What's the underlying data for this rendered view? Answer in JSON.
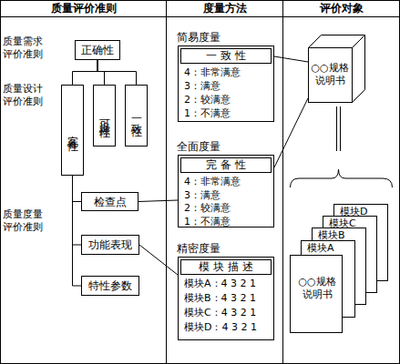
{
  "diagram": {
    "nodes": [
      {
        "text": [
          "正确性"
        ]
      },
      {
        "text": [
          "完备性"
        ]
      },
      {
        "text": [
          "可追踪性"
        ]
      },
      {
        "text": [
          "一致性"
        ]
      },
      {
        "text": [
          "检查点"
        ]
      },
      {
        "text": [
          "功能表现"
        ]
      },
      {
        "text": [
          "特性参数"
        ]
      },
      {
        "text": [
          "简易度量",
          "一 致 性",
          "4：非常满意",
          "3：满意",
          "2：较满意",
          "1：不满意"
        ]
      },
      {
        "text": [
          "全面度量",
          "完 备 性",
          "4：非常满意",
          "3：满意",
          "2：较满意",
          "1：不满意"
        ]
      },
      {
        "text": [
          "精密度量",
          "模 块 描 述",
          "模块A：4 3 2 1",
          "模块B：4 3 2 1",
          "模块C：4 3 2 1",
          "模块D：4 3 2 1"
        ]
      },
      {
        "text": [
          "○○规格 说明书"
        ]
      },
      {
        "text": [
          "模块D"
        ]
      },
      {
        "text": [
          "模块C"
        ]
      },
      {
        "text": [
          "模块B"
        ]
      },
      {
        "text": [
          "模块A"
        ]
      },
      {
        "text": [
          "○○规格 说明书"
        ]
      }
    ],
    "edges": [
      {
        "from": 0,
        "to": 1,
        "arrow": "none"
      },
      {
        "from": 0,
        "to": 2,
        "arrow": "none"
      },
      {
        "from": 0,
        "to": 3,
        "arrow": "none"
      },
      {
        "from": 1,
        "to": 4,
        "arrow": "none"
      },
      {
        "from": 1,
        "to": 5,
        "arrow": "none"
      },
      {
        "from": 1,
        "to": 6,
        "arrow": "none"
      },
      {
        "from": 4,
        "to": 8,
        "arrow": "none"
      },
      {
        "from": 5,
        "to": 9,
        "arrow": "none"
      },
      {
        "from": 7,
        "to": 10,
        "arrow": "none"
      },
      {
        "from": 8,
        "to": 10,
        "arrow": "none"
      }
    ],
    "labels": [
      "质量评价准则",
      "度量方法",
      "评价对象",
      "质量需求 评价准则",
      "质量设计 评价准则",
      "质量度量 评价准则"
    ]
  }
}
